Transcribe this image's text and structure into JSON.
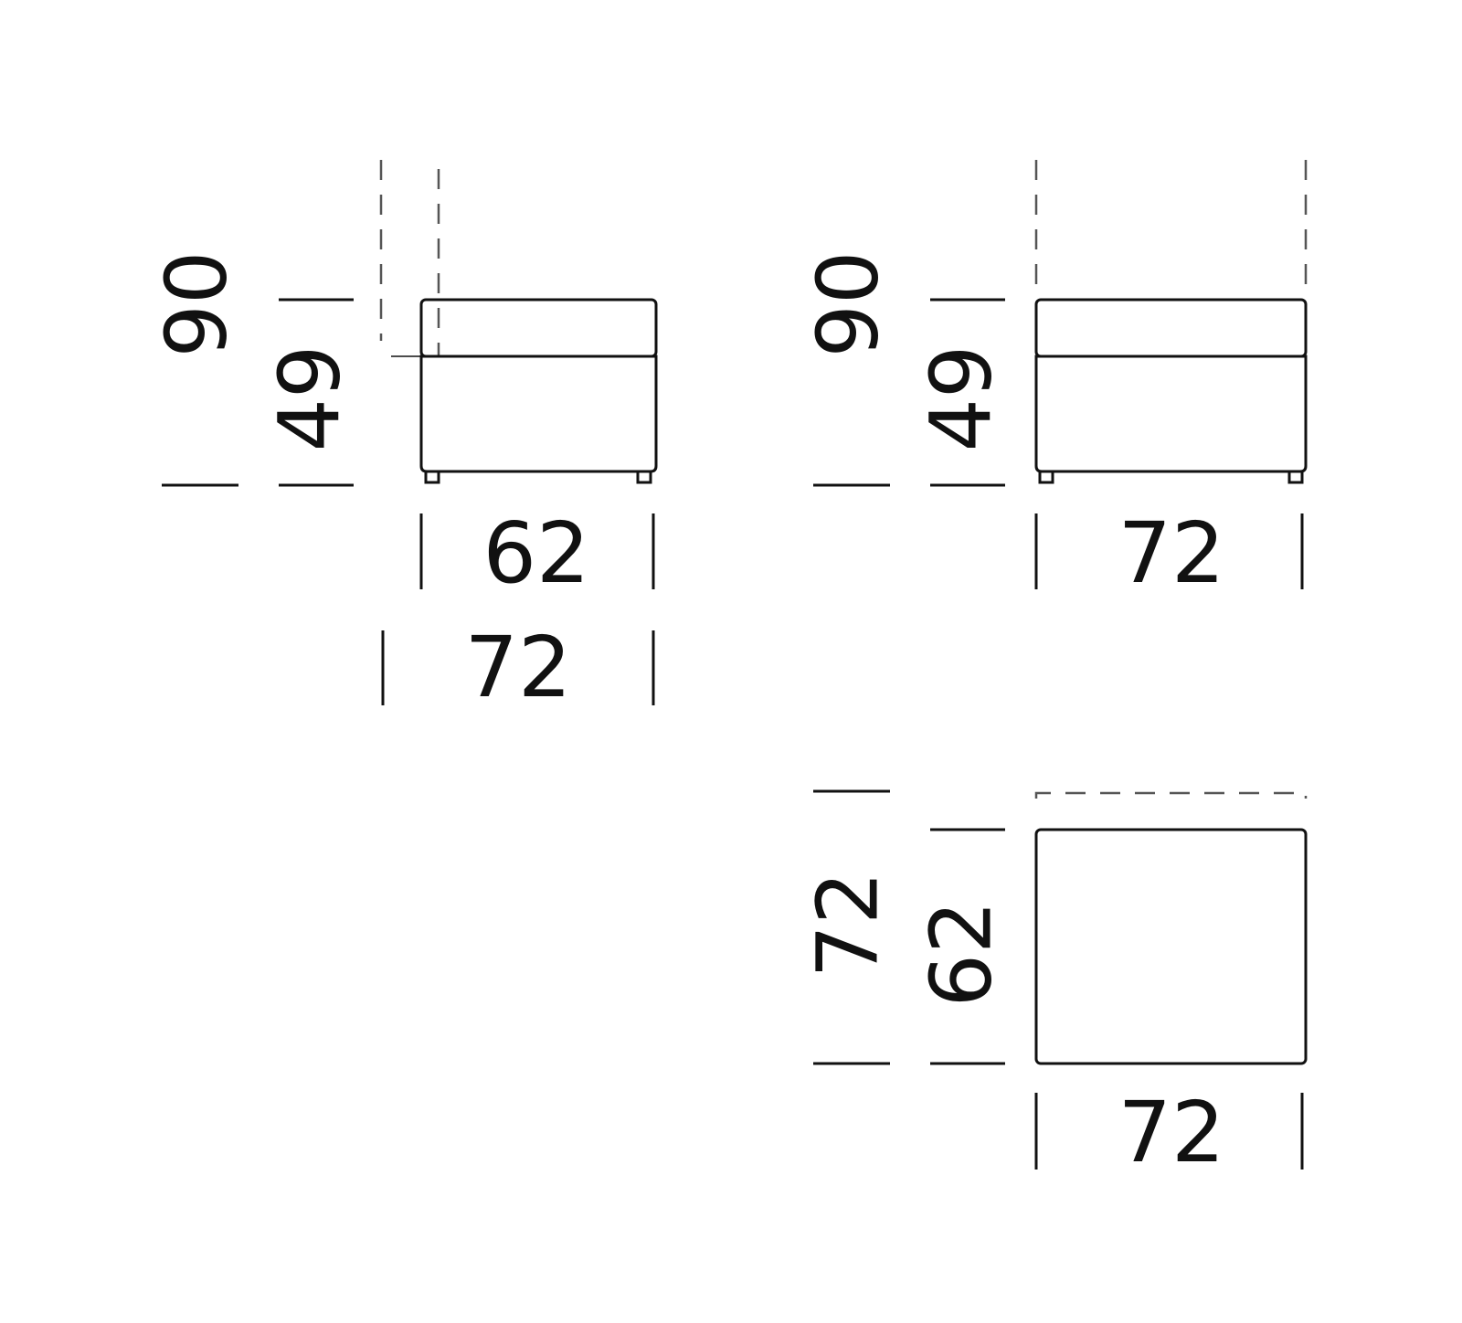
{
  "views": {
    "side_view": {
      "height_total": "90",
      "height_seat": "49",
      "width_inner": "62",
      "width_total": "72"
    },
    "front_view": {
      "height_total": "90",
      "height_seat": "49",
      "width_total": "72"
    },
    "top_view": {
      "depth_total": "72",
      "depth_inner": "62",
      "width_total": "72"
    }
  },
  "colors": {
    "line": "#111111",
    "dashed": "#555555",
    "background": "#ffffff"
  }
}
